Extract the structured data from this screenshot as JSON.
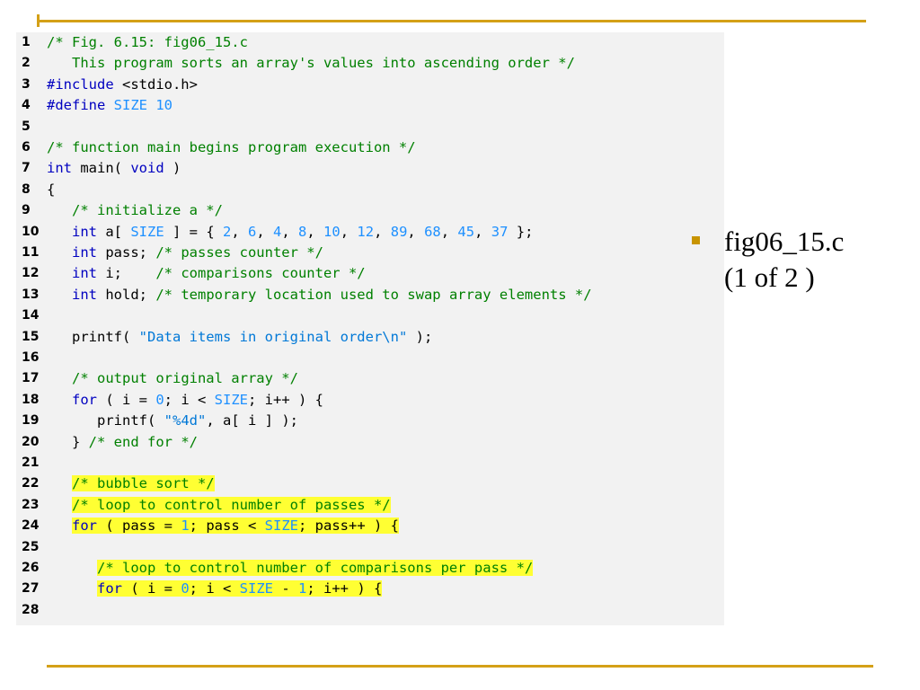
{
  "side": {
    "line1": "fig06_15.c",
    "line2": "(1 of 2 )"
  },
  "code_lines": [
    {
      "n": "1",
      "hl": false,
      "tokens": [
        [
          "cm",
          "/* Fig. 6.15: fig06_15.c"
        ]
      ]
    },
    {
      "n": "2",
      "hl": false,
      "tokens": [
        [
          "cm",
          "   This program sorts an array's values into ascending order */"
        ]
      ]
    },
    {
      "n": "3",
      "hl": false,
      "tokens": [
        [
          "kw",
          "#include"
        ],
        [
          "",
          " <stdio.h>"
        ]
      ]
    },
    {
      "n": "4",
      "hl": false,
      "tokens": [
        [
          "kw",
          "#define"
        ],
        [
          "",
          " "
        ],
        [
          "mc",
          "SIZE"
        ],
        [
          "",
          " "
        ],
        [
          "mc",
          "10"
        ]
      ]
    },
    {
      "n": "5",
      "hl": false,
      "tokens": []
    },
    {
      "n": "6",
      "hl": false,
      "tokens": [
        [
          "cm",
          "/* function main begins program execution */"
        ]
      ]
    },
    {
      "n": "7",
      "hl": false,
      "tokens": [
        [
          "kw",
          "int"
        ],
        [
          "",
          " main( "
        ],
        [
          "kw",
          "void"
        ],
        [
          "",
          " )"
        ]
      ]
    },
    {
      "n": "8",
      "hl": false,
      "tokens": [
        [
          "",
          "{"
        ]
      ]
    },
    {
      "n": "9",
      "hl": false,
      "tokens": [
        [
          "",
          "   "
        ],
        [
          "cm",
          "/* initialize a */"
        ]
      ]
    },
    {
      "n": "10",
      "hl": false,
      "tokens": [
        [
          "",
          "   "
        ],
        [
          "kw",
          "int"
        ],
        [
          "",
          " a[ "
        ],
        [
          "mc",
          "SIZE"
        ],
        [
          "",
          " ] = { "
        ],
        [
          "mc",
          "2"
        ],
        [
          "",
          ", "
        ],
        [
          "mc",
          "6"
        ],
        [
          "",
          ", "
        ],
        [
          "mc",
          "4"
        ],
        [
          "",
          ", "
        ],
        [
          "mc",
          "8"
        ],
        [
          "",
          ", "
        ],
        [
          "mc",
          "10"
        ],
        [
          "",
          ", "
        ],
        [
          "mc",
          "12"
        ],
        [
          "",
          ", "
        ],
        [
          "mc",
          "89"
        ],
        [
          "",
          ", "
        ],
        [
          "mc",
          "68"
        ],
        [
          "",
          ", "
        ],
        [
          "mc",
          "45"
        ],
        [
          "",
          ", "
        ],
        [
          "mc",
          "37"
        ],
        [
          "",
          " };"
        ]
      ]
    },
    {
      "n": "11",
      "hl": false,
      "tokens": [
        [
          "",
          "   "
        ],
        [
          "kw",
          "int"
        ],
        [
          "",
          " pass; "
        ],
        [
          "cm",
          "/* passes counter */"
        ]
      ]
    },
    {
      "n": "12",
      "hl": false,
      "tokens": [
        [
          "",
          "   "
        ],
        [
          "kw",
          "int"
        ],
        [
          "",
          " i;    "
        ],
        [
          "cm",
          "/* comparisons counter */"
        ]
      ]
    },
    {
      "n": "13",
      "hl": false,
      "tokens": [
        [
          "",
          "   "
        ],
        [
          "kw",
          "int"
        ],
        [
          "",
          " hold; "
        ],
        [
          "cm",
          "/* temporary location used to swap array elements */"
        ]
      ]
    },
    {
      "n": "14",
      "hl": false,
      "tokens": []
    },
    {
      "n": "15",
      "hl": false,
      "tokens": [
        [
          "",
          "   printf( "
        ],
        [
          "st",
          "\"Data items in original order\\n\""
        ],
        [
          "",
          " );"
        ]
      ]
    },
    {
      "n": "16",
      "hl": false,
      "tokens": []
    },
    {
      "n": "17",
      "hl": false,
      "tokens": [
        [
          "",
          "   "
        ],
        [
          "cm",
          "/* output original array */"
        ]
      ]
    },
    {
      "n": "18",
      "hl": false,
      "tokens": [
        [
          "",
          "   "
        ],
        [
          "kw",
          "for"
        ],
        [
          "",
          " ( i = "
        ],
        [
          "mc",
          "0"
        ],
        [
          "",
          "; i < "
        ],
        [
          "mc",
          "SIZE"
        ],
        [
          "",
          "; i++ ) {"
        ]
      ]
    },
    {
      "n": "19",
      "hl": false,
      "tokens": [
        [
          "",
          "      printf( "
        ],
        [
          "st",
          "\"%4d\""
        ],
        [
          "",
          ", a[ i ] );"
        ]
      ]
    },
    {
      "n": "20",
      "hl": false,
      "tokens": [
        [
          "",
          "   } "
        ],
        [
          "cm",
          "/* end for */"
        ]
      ]
    },
    {
      "n": "21",
      "hl": false,
      "tokens": []
    },
    {
      "n": "22",
      "hl": true,
      "tokens": [
        [
          "",
          "   "
        ],
        [
          "cm",
          "/* bubble sort */"
        ]
      ]
    },
    {
      "n": "23",
      "hl": true,
      "tokens": [
        [
          "",
          "   "
        ],
        [
          "cm",
          "/* loop to control number of passes */"
        ]
      ]
    },
    {
      "n": "24",
      "hl": true,
      "tokens": [
        [
          "",
          "   "
        ],
        [
          "kw",
          "for"
        ],
        [
          "",
          " ( pass = "
        ],
        [
          "mc",
          "1"
        ],
        [
          "",
          "; pass < "
        ],
        [
          "mc",
          "SIZE"
        ],
        [
          "",
          "; pass++ ) {"
        ]
      ]
    },
    {
      "n": "25",
      "hl": false,
      "tokens": []
    },
    {
      "n": "26",
      "hl": true,
      "tokens": [
        [
          "",
          "      "
        ],
        [
          "cm",
          "/* loop to control number of comparisons per pass */"
        ]
      ]
    },
    {
      "n": "27",
      "hl": true,
      "tokens": [
        [
          "",
          "      "
        ],
        [
          "kw",
          "for"
        ],
        [
          "",
          " ( i = "
        ],
        [
          "mc",
          "0"
        ],
        [
          "",
          "; i < "
        ],
        [
          "mc",
          "SIZE"
        ],
        [
          "",
          " - "
        ],
        [
          "mc",
          "1"
        ],
        [
          "",
          "; i++ ) {"
        ]
      ]
    },
    {
      "n": "28",
      "hl": false,
      "tokens": []
    }
  ]
}
